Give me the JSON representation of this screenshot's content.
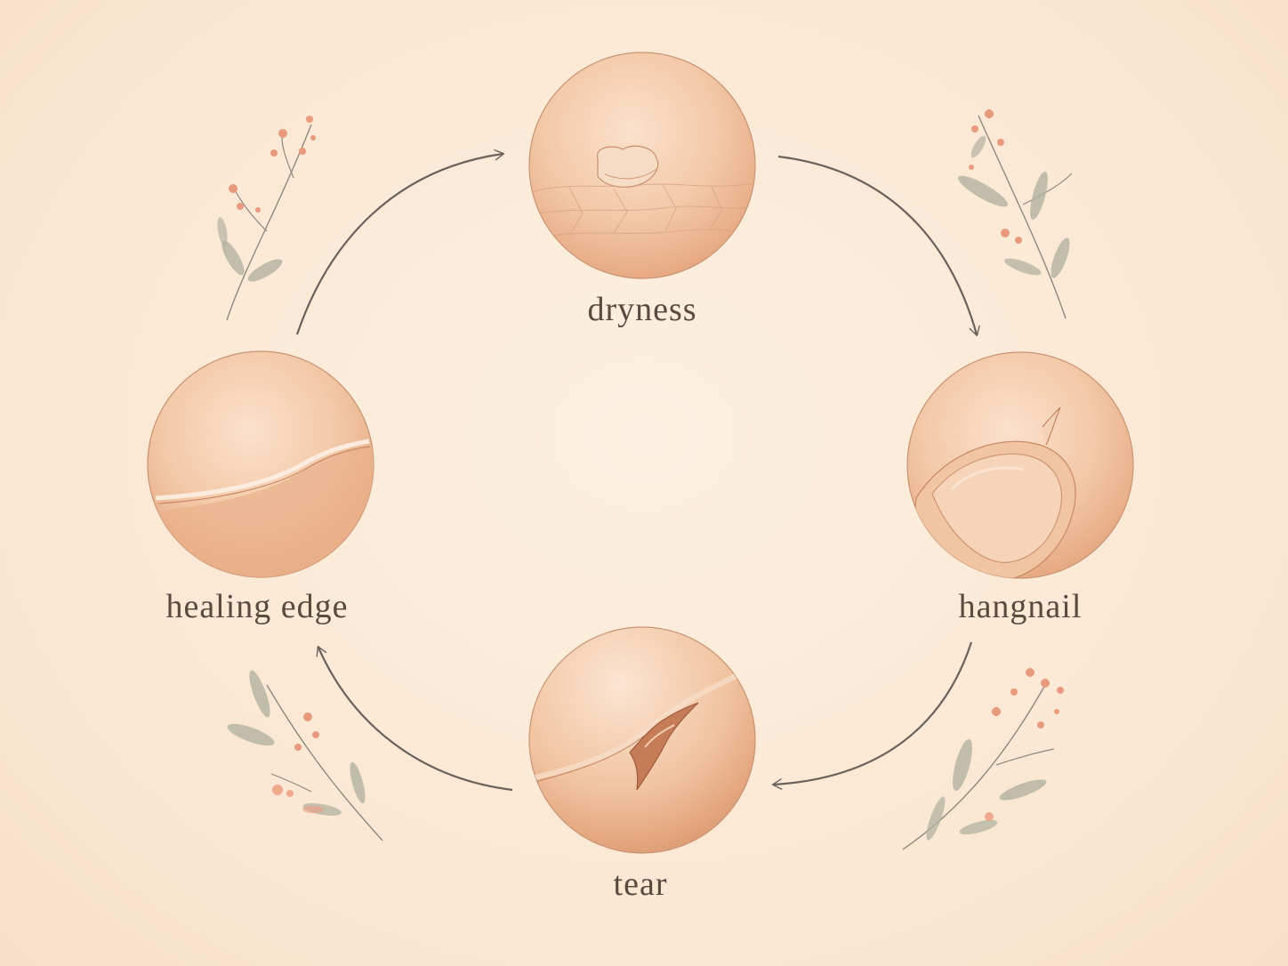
{
  "cycle": {
    "stages": [
      {
        "id": "dryness",
        "label": "dryness"
      },
      {
        "id": "hangnail",
        "label": "hangnail"
      },
      {
        "id": "tear",
        "label": "tear"
      },
      {
        "id": "healing-edge",
        "label": "healing edge"
      }
    ]
  },
  "colors": {
    "background": "#fbe9d6",
    "skin": "#f0c19c",
    "skin_dark": "#d69a72",
    "arrow": "#6b625c",
    "label": "#5a4a40",
    "leaf": "#a9a896",
    "berry": "#e89a7e"
  }
}
